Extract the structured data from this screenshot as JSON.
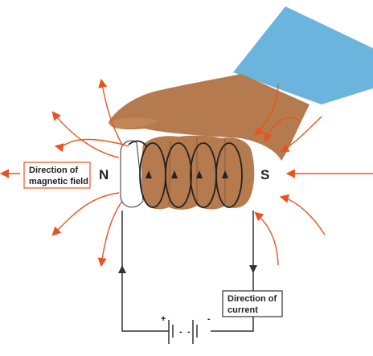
{
  "poles": {
    "north": "N",
    "south": "S"
  },
  "labels": {
    "magnetic_field_line1": "Direction of",
    "magnetic_field_line2": "magnetic field",
    "current_line1": "Direction of",
    "current_line2": "current"
  },
  "battery": {
    "plus": "+",
    "minus_left": "-",
    "minus_mid": "-",
    "minus_right": "-"
  },
  "colors": {
    "field_arrow": "#e8541e",
    "sleeve": "#6ab4de",
    "skin": "#b57a4e",
    "skin_dark": "#8a5632",
    "wire": "#333333",
    "box_border": "#e8541e"
  }
}
